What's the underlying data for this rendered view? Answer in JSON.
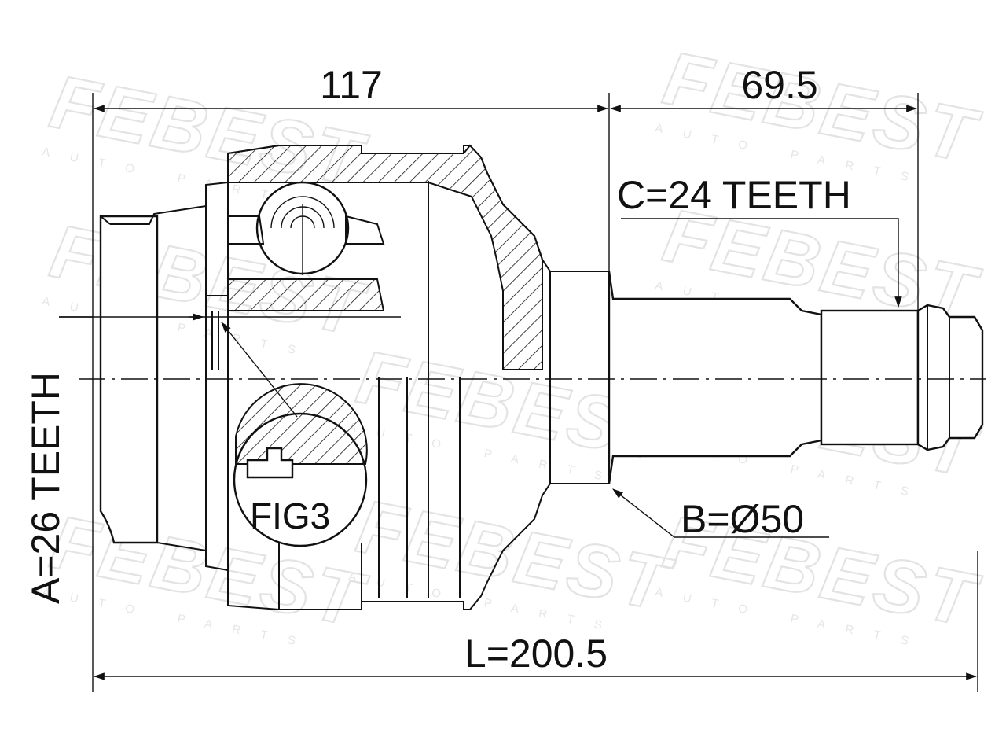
{
  "watermark": {
    "brand": "FEBEST",
    "sub": "AUTO PARTS"
  },
  "dimensions": {
    "d117": "117",
    "d69_5": "69.5",
    "c_teeth": "C=24 TEETH",
    "a_teeth": "A=26 TEETH",
    "b_dia": "B=Ø50",
    "length": "L=200.5",
    "fig": "FIG3"
  },
  "colors": {
    "line": "#111111",
    "watermark": "#e3e3e3",
    "background": "#ffffff"
  }
}
